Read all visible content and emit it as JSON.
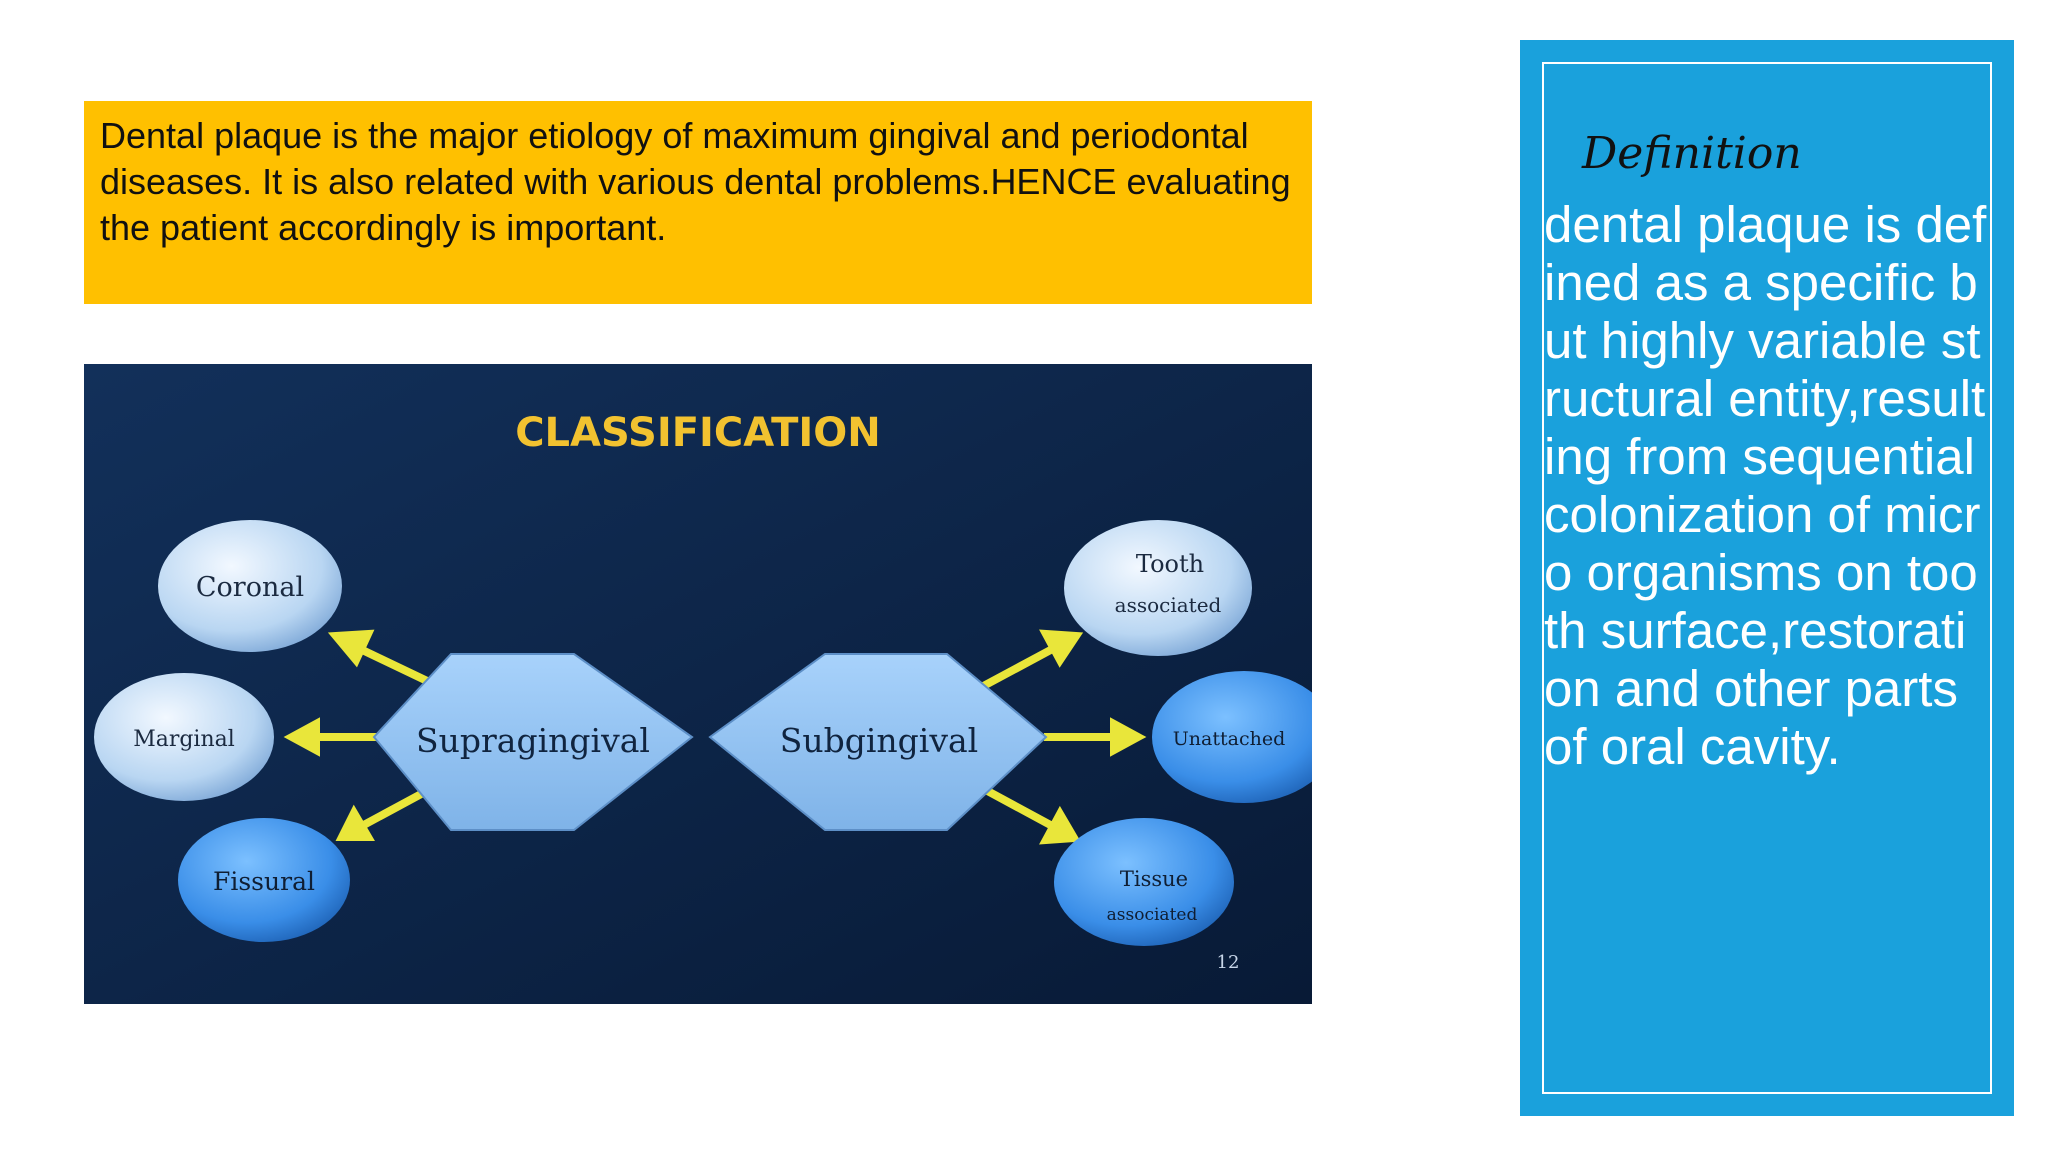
{
  "intro": {
    "text": "Dental plaque is the major etiology of maximum gingival and periodontal diseases. It is also related with various dental problems.HENCE evaluating the patient accordingly is important."
  },
  "diagram": {
    "title": "CLASSIFICATION",
    "page_number": "12",
    "supragingival": "Supragingival",
    "subgingival": "Subgingival",
    "coronal": "Coronal",
    "marginal": "Marginal",
    "fissural": "Fissural",
    "tooth_associated_line1": "Tooth",
    "tooth_associated_line2": "associated",
    "unattached": "Unattached",
    "tissue_associated_line1": "Tissue",
    "tissue_associated_line2": "associated",
    "colors": {
      "background": "#0c2446",
      "title": "#f2c230",
      "arrow": "#e9e63a",
      "hexagon": "#8ec2f2",
      "left_circle": "#c7def4",
      "right_circle": "#3b8fe6"
    }
  },
  "definition": {
    "title": "Definition",
    "body": "dental plaque is defined as a specific but highly variable structural entity,resulting from sequential colonization of micro organisms on tooth surface,restoration and other parts of oral cavity."
  },
  "colors": {
    "intro_background": "#ffc000",
    "panel_background": "#1aa1dc"
  }
}
